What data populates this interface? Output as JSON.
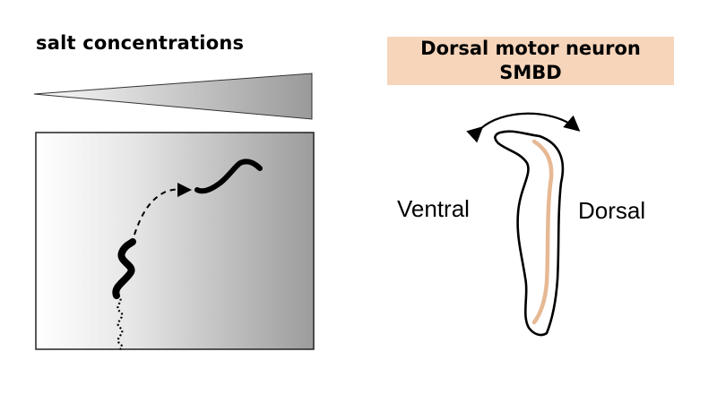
{
  "left_panel": {
    "title": "salt concentrations"
  },
  "right_panel": {
    "title_line1": "Dorsal motor neuron",
    "title_line2": "SMBD",
    "left_label": "Ventral",
    "right_label": "Dorsal"
  },
  "colors": {
    "title_box_fill": "#f6d5bb",
    "neuron_line": "#e6b994",
    "gradient_light": "#ffffff",
    "gradient_dark": "#999999",
    "worm": "#000000"
  },
  "icons": {
    "concentration_wedge": "wedge-gradient-icon",
    "dish": "salt-gradient-dish",
    "bend_arrow": "double-headed-arc-arrow-icon"
  }
}
